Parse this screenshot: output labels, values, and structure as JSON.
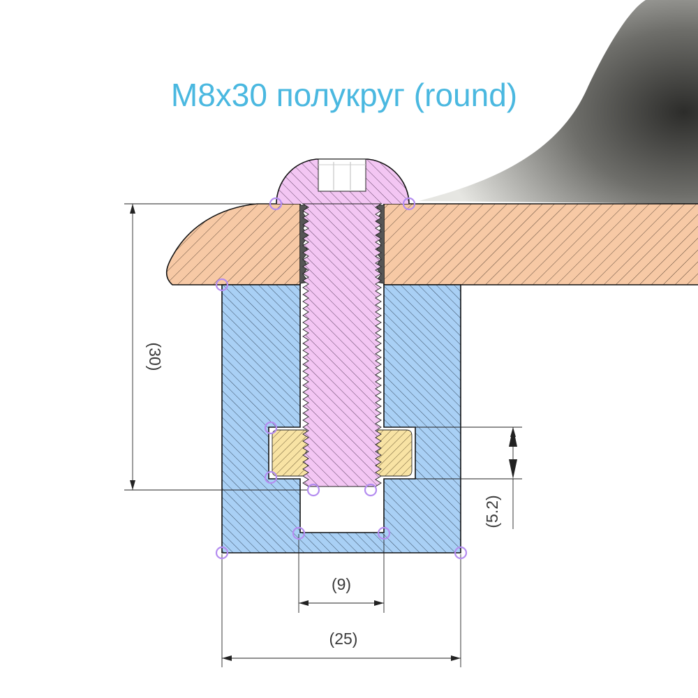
{
  "title": "M8x30 полукруг (round)",
  "dimensions": {
    "length": "(30)",
    "nut_height": "(5.2)",
    "slot_width": "(9)",
    "profile_width": "(25)"
  },
  "colors": {
    "title": "#4ab8e0",
    "panel": "#f7c9a5",
    "profile": "#a9d0f5",
    "bolt": "#f3c6f3",
    "nut": "#f8e3a4",
    "thread_insert": "#555555",
    "handle": "#b48cf0",
    "hatch": "#333333"
  }
}
